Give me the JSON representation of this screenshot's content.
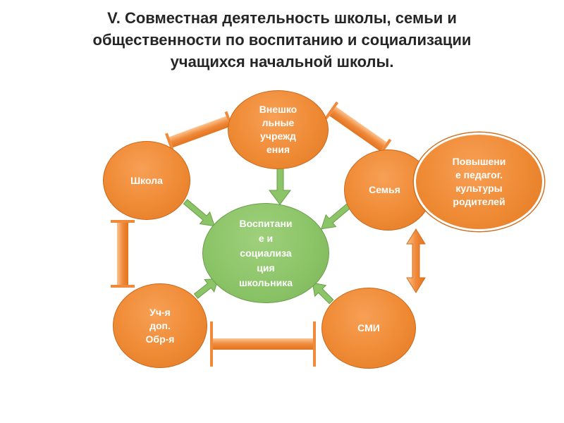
{
  "title": {
    "lines": [
      "V. Совместная деятельность школы, семьи и",
      "общественности по воспитанию и социализации",
      "учащихся начальной школы."
    ]
  },
  "nodes": {
    "center": [
      "Воспитани",
      "е и",
      "социализа",
      "ция",
      "школьника"
    ],
    "vneshkolnye": [
      "Внешко",
      "льные",
      "учрежд",
      "ения"
    ],
    "shkola": [
      "Школа"
    ],
    "semya": [
      "Семья"
    ],
    "povyshenie": [
      "Повышени",
      "е педагог.",
      "культуры",
      "родителей"
    ],
    "dop_obr": [
      "Уч-я",
      "доп.",
      "Обр-я"
    ],
    "smi": [
      "СМИ"
    ]
  },
  "colors": {
    "node_orange": "#ef8a35",
    "node_green": "#8cc468",
    "arrow_green": "#8cc468",
    "connector_orange": "#f0893a"
  }
}
